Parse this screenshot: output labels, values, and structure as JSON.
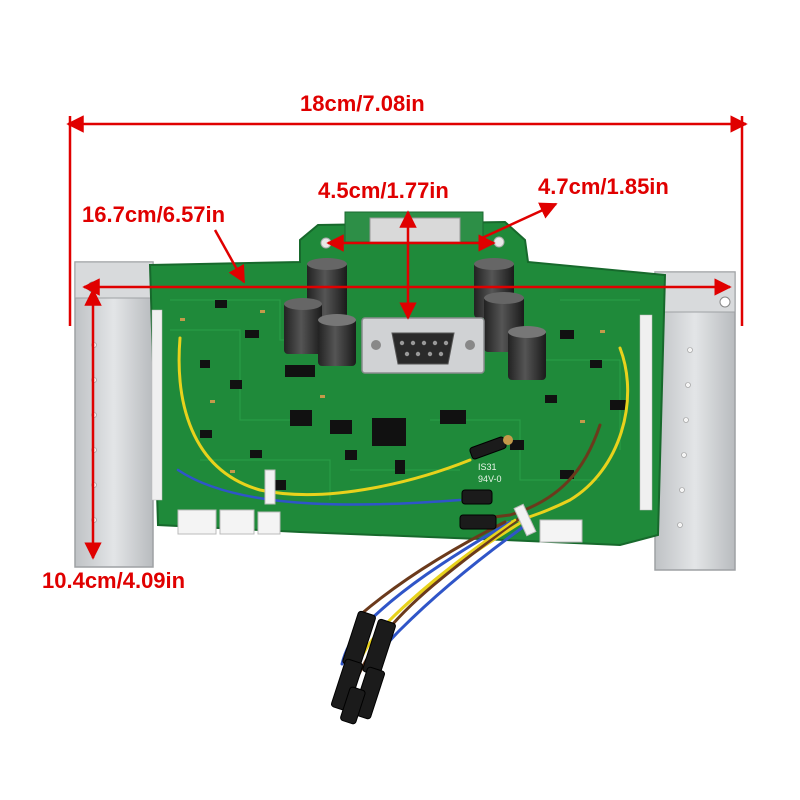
{
  "dimensions": {
    "total_width": "18cm/7.08in",
    "mount_hole_span": "16.7cm/6.57in",
    "connector_width": "4.5cm/1.77in",
    "upper_tab_width": "4.7cm/1.85in",
    "height": "10.4cm/4.09in"
  },
  "board_markings": {
    "ul_mark": "IS31",
    "rating": "94V-0"
  },
  "colors": {
    "annotation": "#e00000",
    "pcb": "#1f8a3a",
    "heatsink": "#d2d4d6",
    "wire_yellow": "#e8d21c",
    "wire_blue": "#2f55c8",
    "wire_brown": "#6b3a1c"
  }
}
